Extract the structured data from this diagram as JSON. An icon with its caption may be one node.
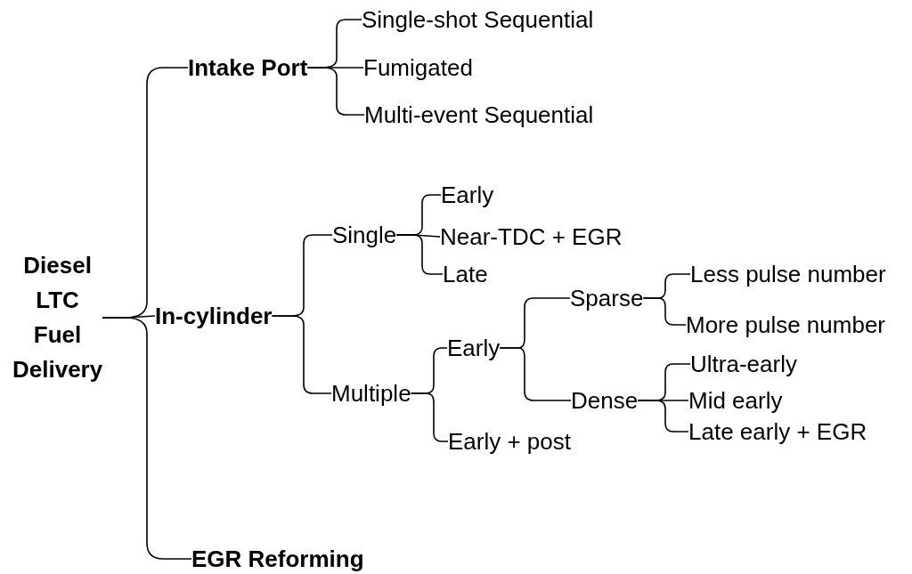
{
  "diagram": {
    "nodes": [
      {
        "text": [
          "Diesel LTC Fuel Delivery"
        ]
      },
      {
        "text": [
          "Intake Port"
        ]
      },
      {
        "text": [
          "Single-shot Sequential"
        ]
      },
      {
        "text": [
          "Fumigated"
        ]
      },
      {
        "text": [
          "Multi-event Sequential"
        ]
      },
      {
        "text": [
          "In-cylinder"
        ]
      },
      {
        "text": [
          "Single"
        ]
      },
      {
        "text": [
          "Early"
        ]
      },
      {
        "text": [
          "Near-TDC + EGR"
        ]
      },
      {
        "text": [
          "Late"
        ]
      },
      {
        "text": [
          "Multiple"
        ]
      },
      {
        "text": [
          "Early"
        ]
      },
      {
        "text": [
          "Sparse"
        ]
      },
      {
        "text": [
          "Less pulse number"
        ]
      },
      {
        "text": [
          "More pulse number"
        ]
      },
      {
        "text": [
          "Dense"
        ]
      },
      {
        "text": [
          "Ultra-early"
        ]
      },
      {
        "text": [
          "Mid early"
        ]
      },
      {
        "text": [
          "Late early + EGR"
        ]
      },
      {
        "text": [
          "Early + post"
        ]
      },
      {
        "text": [
          "EGR Reforming"
        ]
      }
    ],
    "edges": [
      {
        "from": 0,
        "to": 1,
        "arrow": "none"
      },
      {
        "from": 0,
        "to": 5,
        "arrow": "none"
      },
      {
        "from": 0,
        "to": 20,
        "arrow": "none"
      },
      {
        "from": 1,
        "to": 2,
        "arrow": "none"
      },
      {
        "from": 1,
        "to": 3,
        "arrow": "none"
      },
      {
        "from": 1,
        "to": 4,
        "arrow": "none"
      },
      {
        "from": 5,
        "to": 6,
        "arrow": "none"
      },
      {
        "from": 5,
        "to": 10,
        "arrow": "none"
      },
      {
        "from": 6,
        "to": 7,
        "arrow": "none"
      },
      {
        "from": 6,
        "to": 8,
        "arrow": "none"
      },
      {
        "from": 6,
        "to": 9,
        "arrow": "none"
      },
      {
        "from": 10,
        "to": 11,
        "arrow": "none"
      },
      {
        "from": 10,
        "to": 19,
        "arrow": "none"
      },
      {
        "from": 11,
        "to": 12,
        "arrow": "none"
      },
      {
        "from": 11,
        "to": 15,
        "arrow": "none"
      },
      {
        "from": 12,
        "to": 13,
        "arrow": "none"
      },
      {
        "from": 12,
        "to": 14,
        "arrow": "none"
      },
      {
        "from": 15,
        "to": 16,
        "arrow": "none"
      },
      {
        "from": 15,
        "to": 17,
        "arrow": "none"
      },
      {
        "from": 15,
        "to": 18,
        "arrow": "none"
      }
    ]
  }
}
